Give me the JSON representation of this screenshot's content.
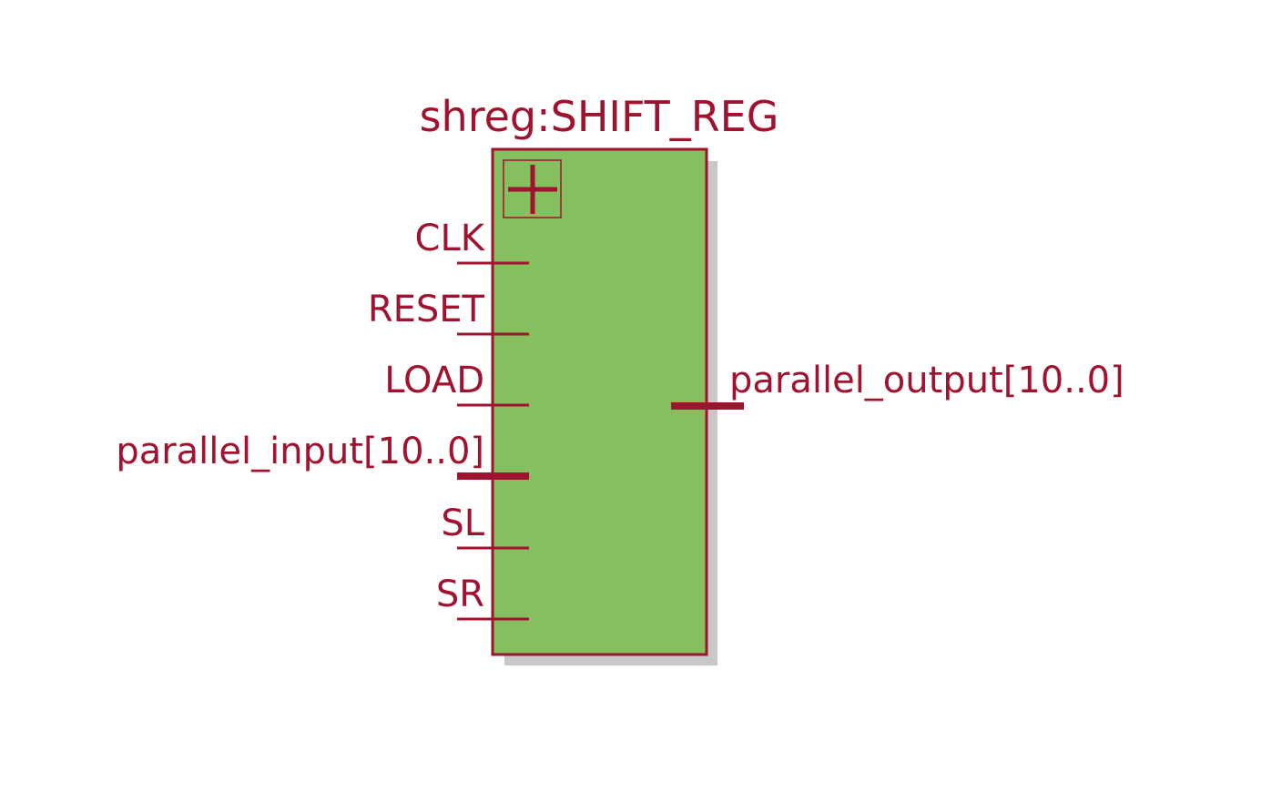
{
  "block": {
    "title": "shreg:SHIFT_REG",
    "fill_color": "#85bf5f",
    "stroke_color": "#a0122e",
    "shadow_color": "#c8c8c8",
    "expand_icon": "plus-icon"
  },
  "ports": {
    "inputs": [
      {
        "label": "CLK",
        "bus": false
      },
      {
        "label": "RESET",
        "bus": false
      },
      {
        "label": "LOAD",
        "bus": false
      },
      {
        "label": "parallel_input[10..0]",
        "bus": true
      },
      {
        "label": "SL",
        "bus": false
      },
      {
        "label": "SR",
        "bus": false
      }
    ],
    "outputs": [
      {
        "label": "parallel_output[10..0]",
        "bus": true
      }
    ]
  }
}
